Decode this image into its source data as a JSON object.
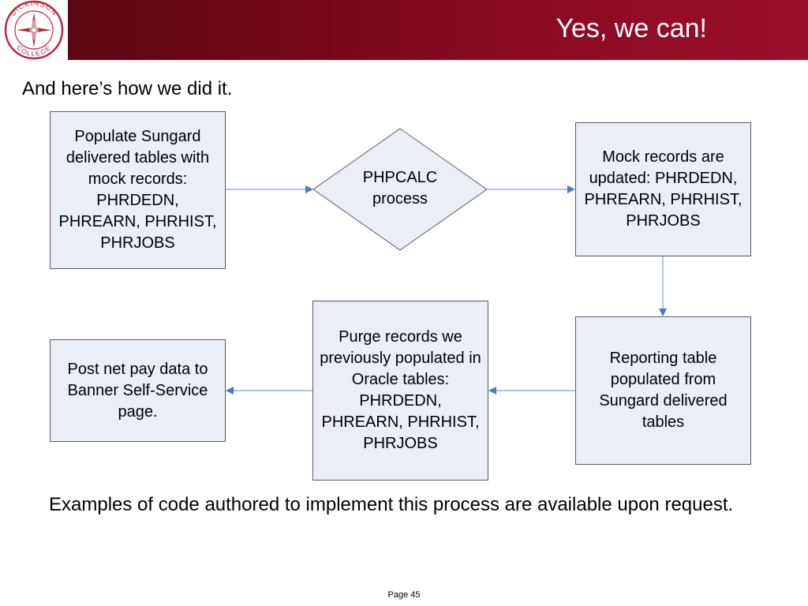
{
  "header": {
    "logo_icon": "dickinson-college-seal-icon",
    "logo_text": "DICKINSON COLLEGE",
    "title": "Yes, we can!",
    "brand_color": "#8a0a22"
  },
  "subtitle": "And here’s how we did it.",
  "diagram": {
    "nodes": {
      "populate": "Populate Sungard delivered tables with mock records: PHRDEDN, PHREARN, PHRHIST, PHRJOBS",
      "phpcalc": "PHPCALC\nprocess",
      "mock_updated": "Mock records are updated: PHRDEDN, PHREARN, PHRHIST, PHRJOBS",
      "reporting": "Reporting table populated from Sungard delivered tables",
      "purge": "Purge records we previously populated in Oracle tables: PHRDEDN, PHREARN, PHRHIST, PHRJOBS",
      "post": "Post net pay data to Banner Self-Service page."
    },
    "edges": [
      {
        "from": "populate",
        "to": "phpcalc"
      },
      {
        "from": "phpcalc",
        "to": "mock_updated"
      },
      {
        "from": "mock_updated",
        "to": "reporting"
      },
      {
        "from": "reporting",
        "to": "purge"
      },
      {
        "from": "purge",
        "to": "post"
      }
    ],
    "node_fill": "#eaeef7",
    "arrow_color": "#4a7ac0"
  },
  "note": "Examples of code authored to implement this process are available upon request.",
  "footer": {
    "page": "Page 45"
  }
}
